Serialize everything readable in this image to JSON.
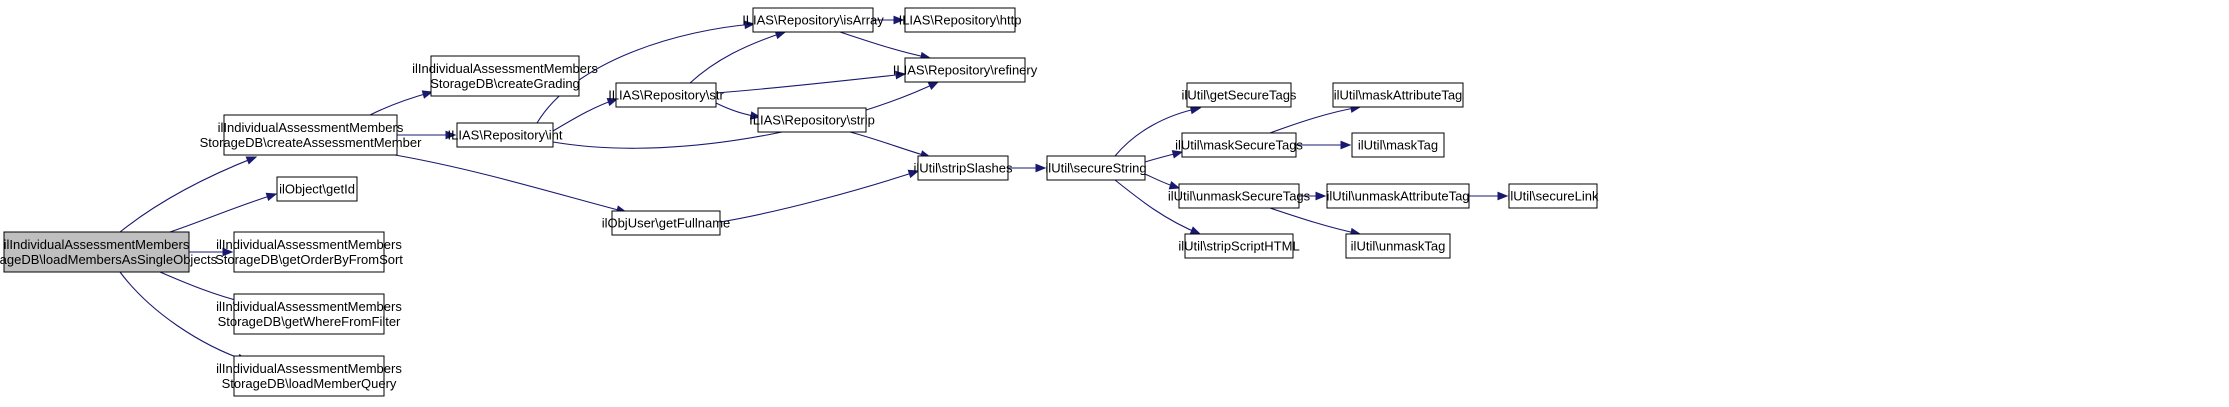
{
  "graph": {
    "edge_color": "#191970",
    "root_fill": "#bfbfbf",
    "node_fill": "#ffffff",
    "nodes": [
      {
        "id": "loadMembersAsSingleObjects",
        "lines": [
          "ilIndividualAssessmentMembers",
          "StorageDB\\loadMembersAsSingleObjects"
        ],
        "root": true
      },
      {
        "id": "createAssessmentMember",
        "lines": [
          "ilIndividualAssessmentMembers",
          "StorageDB\\createAssessmentMember"
        ]
      },
      {
        "id": "getId",
        "lines": [
          "ilObject\\getId"
        ]
      },
      {
        "id": "getOrderByFromSort",
        "lines": [
          "ilIndividualAssessmentMembers",
          "StorageDB\\getOrderByFromSort"
        ]
      },
      {
        "id": "getWhereFromFilter",
        "lines": [
          "ilIndividualAssessmentMembers",
          "StorageDB\\getWhereFromFilter"
        ]
      },
      {
        "id": "loadMemberQuery",
        "lines": [
          "ilIndividualAssessmentMembers",
          "StorageDB\\loadMemberQuery"
        ]
      },
      {
        "id": "createGrading",
        "lines": [
          "ilIndividualAssessmentMembers",
          "StorageDB\\createGrading"
        ]
      },
      {
        "id": "int",
        "lines": [
          "ILIAS\\Repository\\int"
        ]
      },
      {
        "id": "getFullname",
        "lines": [
          "ilObjUser\\getFullname"
        ]
      },
      {
        "id": "isArray",
        "lines": [
          "ILIAS\\Repository\\isArray"
        ]
      },
      {
        "id": "str",
        "lines": [
          "ILIAS\\Repository\\str"
        ]
      },
      {
        "id": "strip",
        "lines": [
          "ILIAS\\Repository\\strip"
        ]
      },
      {
        "id": "http",
        "lines": [
          "ILIAS\\Repository\\http"
        ]
      },
      {
        "id": "refinery",
        "lines": [
          "ILIAS\\Repository\\refinery"
        ]
      },
      {
        "id": "stripSlashes",
        "lines": [
          "ilUtil\\stripSlashes"
        ]
      },
      {
        "id": "secureString",
        "lines": [
          "ilUtil\\secureString"
        ]
      },
      {
        "id": "getSecureTags",
        "lines": [
          "ilUtil\\getSecureTags"
        ]
      },
      {
        "id": "maskSecureTags",
        "lines": [
          "ilUtil\\maskSecureTags"
        ]
      },
      {
        "id": "unmaskSecureTags",
        "lines": [
          "ilUtil\\unmaskSecureTags"
        ]
      },
      {
        "id": "stripScriptHTML",
        "lines": [
          "ilUtil\\stripScriptHTML"
        ]
      },
      {
        "id": "maskAttributeTag",
        "lines": [
          "ilUtil\\maskAttributeTag"
        ]
      },
      {
        "id": "maskTag",
        "lines": [
          "ilUtil\\maskTag"
        ]
      },
      {
        "id": "unmaskAttributeTag",
        "lines": [
          "ilUtil\\unmaskAttributeTag"
        ]
      },
      {
        "id": "unmaskTag",
        "lines": [
          "ilUtil\\unmaskTag"
        ]
      },
      {
        "id": "secureLink",
        "lines": [
          "ilUtil\\secureLink"
        ]
      }
    ],
    "edges": [
      {
        "from": "loadMembersAsSingleObjects",
        "to": "createAssessmentMember"
      },
      {
        "from": "loadMembersAsSingleObjects",
        "to": "getId"
      },
      {
        "from": "loadMembersAsSingleObjects",
        "to": "getOrderByFromSort"
      },
      {
        "from": "loadMembersAsSingleObjects",
        "to": "getWhereFromFilter"
      },
      {
        "from": "loadMembersAsSingleObjects",
        "to": "loadMemberQuery"
      },
      {
        "from": "createAssessmentMember",
        "to": "createGrading"
      },
      {
        "from": "createAssessmentMember",
        "to": "int"
      },
      {
        "from": "createAssessmentMember",
        "to": "getFullname"
      },
      {
        "from": "int",
        "to": "isArray"
      },
      {
        "from": "int",
        "to": "str"
      },
      {
        "from": "int",
        "to": "refinery"
      },
      {
        "from": "str",
        "to": "isArray"
      },
      {
        "from": "str",
        "to": "refinery"
      },
      {
        "from": "str",
        "to": "strip"
      },
      {
        "from": "isArray",
        "to": "http"
      },
      {
        "from": "isArray",
        "to": "refinery"
      },
      {
        "from": "strip",
        "to": "stripSlashes"
      },
      {
        "from": "getFullname",
        "to": "stripSlashes"
      },
      {
        "from": "stripSlashes",
        "to": "secureString"
      },
      {
        "from": "secureString",
        "to": "getSecureTags"
      },
      {
        "from": "secureString",
        "to": "maskSecureTags"
      },
      {
        "from": "secureString",
        "to": "unmaskSecureTags"
      },
      {
        "from": "secureString",
        "to": "stripScriptHTML"
      },
      {
        "from": "maskSecureTags",
        "to": "maskAttributeTag"
      },
      {
        "from": "maskSecureTags",
        "to": "maskTag"
      },
      {
        "from": "unmaskSecureTags",
        "to": "unmaskAttributeTag"
      },
      {
        "from": "unmaskSecureTags",
        "to": "unmaskTag"
      },
      {
        "from": "unmaskAttributeTag",
        "to": "secureLink"
      }
    ]
  }
}
